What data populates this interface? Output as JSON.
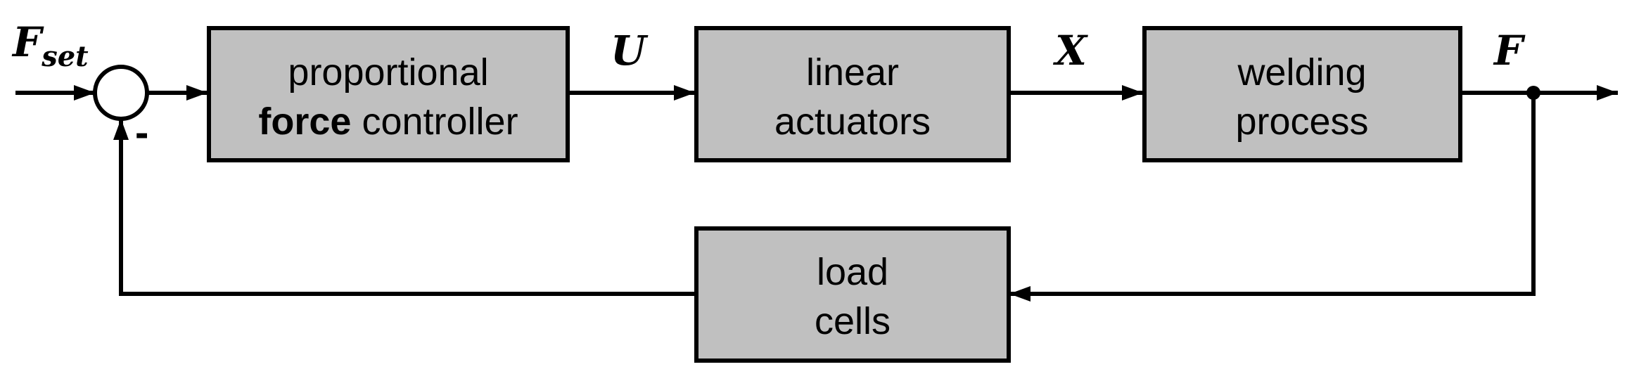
{
  "signals": {
    "setpoint_main": "F",
    "setpoint_sub": "set",
    "control": "U",
    "position": "X",
    "force": "F"
  },
  "summing_junction": {
    "sign": "-"
  },
  "blocks": {
    "controller": {
      "line1": "proportional",
      "line2_bold": "force",
      "line2_rest": " controller"
    },
    "actuators": {
      "line1": "linear",
      "line2": "actuators"
    },
    "process": {
      "line1": "welding",
      "line2": "process"
    },
    "sensor": {
      "line1": "load",
      "line2": "cells"
    }
  },
  "colors": {
    "block_fill": "#c0c0c0",
    "line": "#000000",
    "background": "#ffffff"
  }
}
